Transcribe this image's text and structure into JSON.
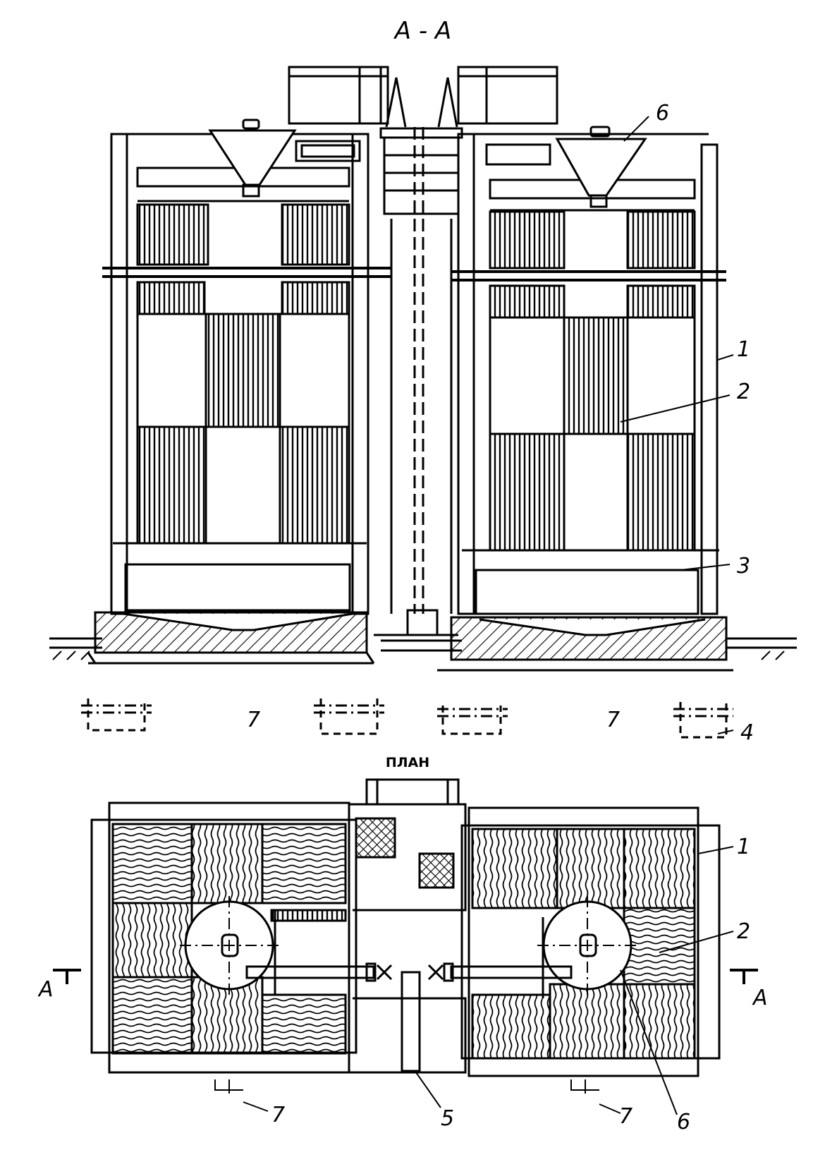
{
  "section_title": "А - А",
  "plan_title": "ПЛАН",
  "labels": {
    "n1": "1",
    "n2": "2",
    "n3": "3",
    "n4": "4",
    "n5": "5",
    "n6": "6",
    "n7": "7",
    "section_mark": "А"
  }
}
